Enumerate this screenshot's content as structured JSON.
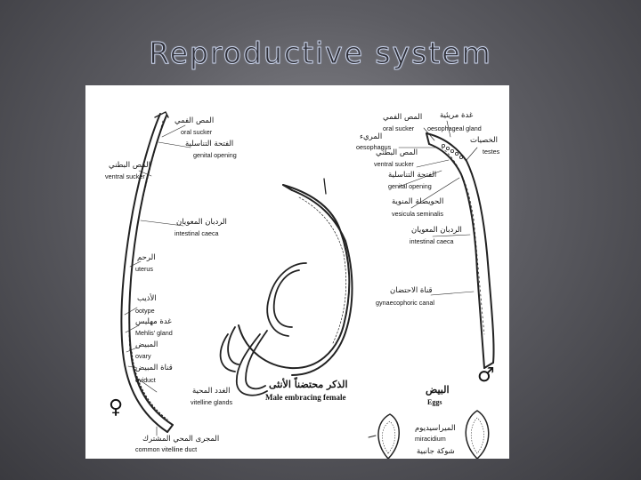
{
  "slide": {
    "title": "Reproductive system"
  },
  "female": {
    "symbol": "♀",
    "labels": [
      {
        "ar": "المص الفمي",
        "en": "oral sucker"
      },
      {
        "ar": "الفتحة التناسلية",
        "en": "genital opening"
      },
      {
        "ar": "المص البطني",
        "en": "ventral sucker"
      },
      {
        "ar": "الردبان المعويان",
        "en": "intestinal caeca"
      },
      {
        "ar": "الرحم",
        "en": "uterus"
      },
      {
        "ar": "الأذيب",
        "en": "ootype"
      },
      {
        "ar": "غدة مهليس",
        "en": "Mehlis' gland"
      },
      {
        "ar": "المبيض",
        "en": "ovary"
      },
      {
        "ar": "قناة المبيض",
        "en": "oviduct"
      },
      {
        "ar": "الغدد المحية",
        "en": "vitelline glands"
      },
      {
        "ar": "المجرى المحي المشترك",
        "en": "common vitelline duct"
      }
    ]
  },
  "center": {
    "caption_ar": "الذكر محتضناً الأنثى",
    "caption_en": "Male embracing female"
  },
  "male": {
    "symbol": "♂",
    "labels": [
      {
        "ar": "المص الفمي",
        "en": "oral sucker"
      },
      {
        "ar": "غدة مريئية",
        "en": "oesophageal gland"
      },
      {
        "ar": "المريء",
        "en": "oesophagus"
      },
      {
        "ar": "الخصيات",
        "en": "testes"
      },
      {
        "ar": "المص البطني",
        "en": "ventral sucker"
      },
      {
        "ar": "الفتحة التناسلية",
        "en": "genital opening"
      },
      {
        "ar": "الحويصلة المنوية",
        "en": "vesicula seminalis"
      },
      {
        "ar": "الردبان المعويان",
        "en": "intestinal caeca"
      },
      {
        "ar": "قناة الاحتضان",
        "en": "gynaecophoric canal"
      }
    ]
  },
  "eggs": {
    "caption_ar": "البيض",
    "caption_en": "Eggs",
    "labels": [
      {
        "ar": "الميراسيديوم",
        "en": "miracidium"
      },
      {
        "ar": "شوكة جانبية",
        "en": ""
      }
    ]
  }
}
